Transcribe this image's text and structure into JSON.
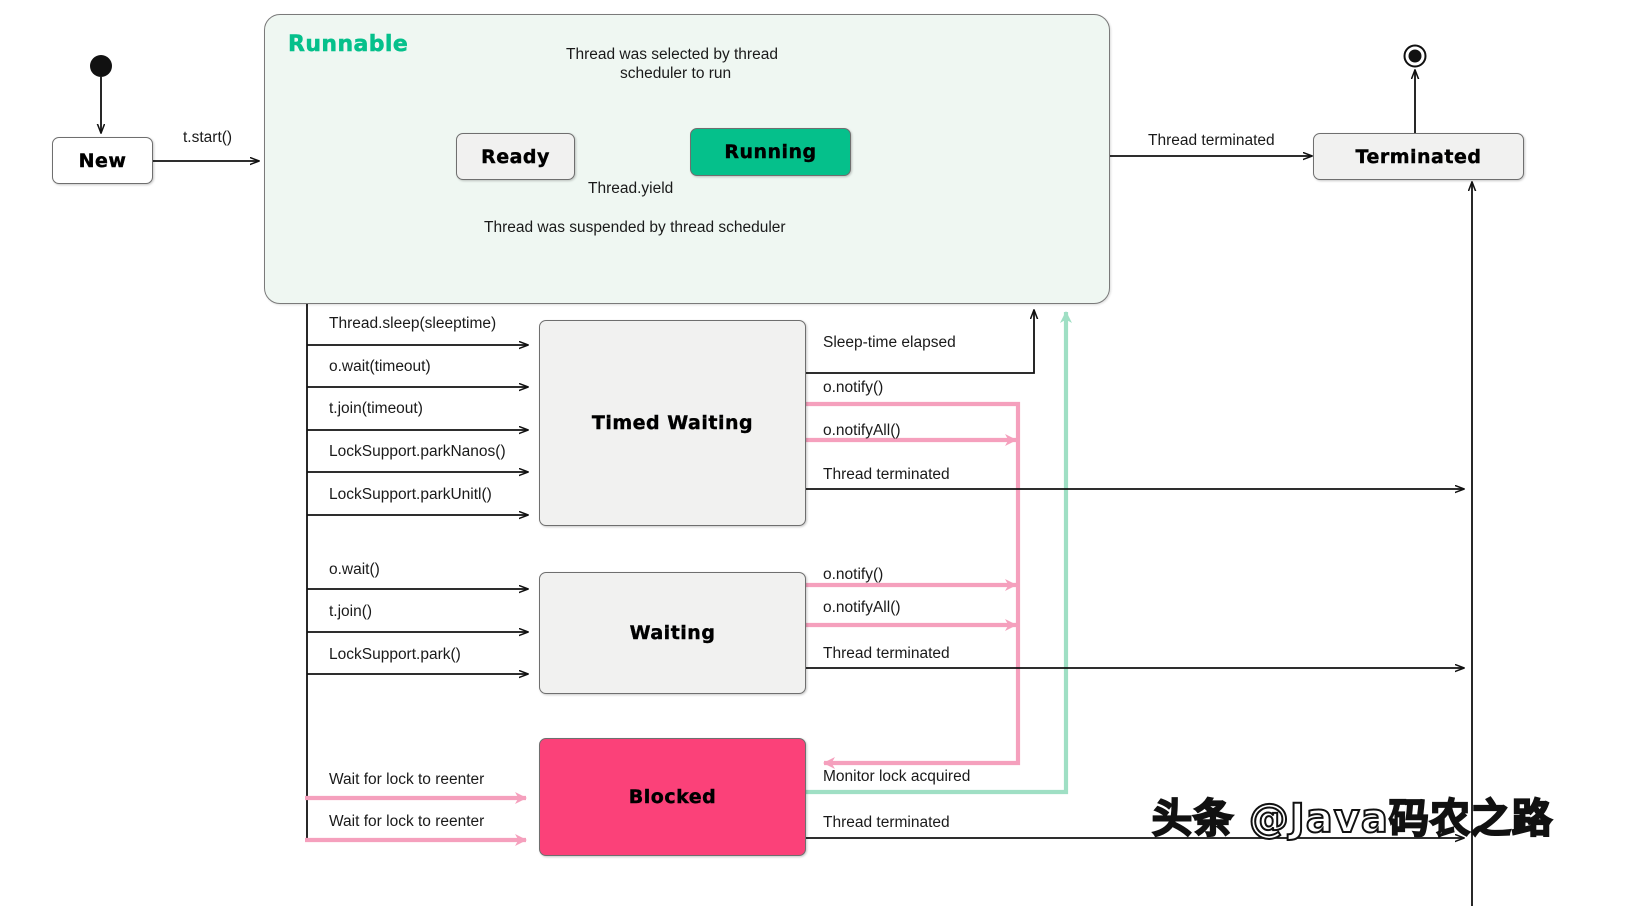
{
  "diagram": {
    "title": "Java Thread State Diagram",
    "watermark": "头条 @Java码农之路",
    "colors": {
      "running_fill": "#05c08b",
      "blocked_fill": "#fb4179",
      "state_fill": "#f1f1f0",
      "region_fill": "#eff7f2",
      "runnable_label": "#05c08b",
      "pink_edge": "#f5a0bd",
      "green_edge": "#9fdfc4",
      "black_edge": "#111111",
      "border": "#6f6f6f"
    }
  },
  "states": {
    "new": "New",
    "ready": "Ready",
    "running": "Running",
    "runnable_region": "Runnable",
    "timed_waiting": "Timed Waiting",
    "waiting": "Waiting",
    "blocked": "Blocked",
    "terminated": "Terminated"
  },
  "transitions": {
    "start": "t.start()",
    "selected_by_scheduler_line1": "Thread was selected by thread",
    "selected_by_scheduler_line2": "scheduler to run",
    "yield": "Thread.yield",
    "suspended": "Thread was suspended by thread scheduler",
    "thread_terminated_main": "Thread  terminated",
    "to_timed_waiting": [
      "Thread.sleep(sleeptime)",
      "o.wait(timeout)",
      "t.join(timeout)",
      "LockSupport.parkNanos()",
      "LockSupport.parkUnitl()"
    ],
    "from_timed_waiting": [
      "Sleep-time elapsed",
      "o.notify()",
      "o.notifyAll()",
      "Thread  terminated"
    ],
    "to_waiting": [
      "o.wait()",
      "t.join()",
      "LockSupport.park()"
    ],
    "from_waiting": [
      "o.notify()",
      "o.notifyAll()",
      "Thread  terminated"
    ],
    "to_blocked": [
      "Wait for lock to reenter",
      "Wait for lock to reenter"
    ],
    "from_blocked": [
      "Monitor lock  acquired",
      "Thread  terminated"
    ]
  }
}
